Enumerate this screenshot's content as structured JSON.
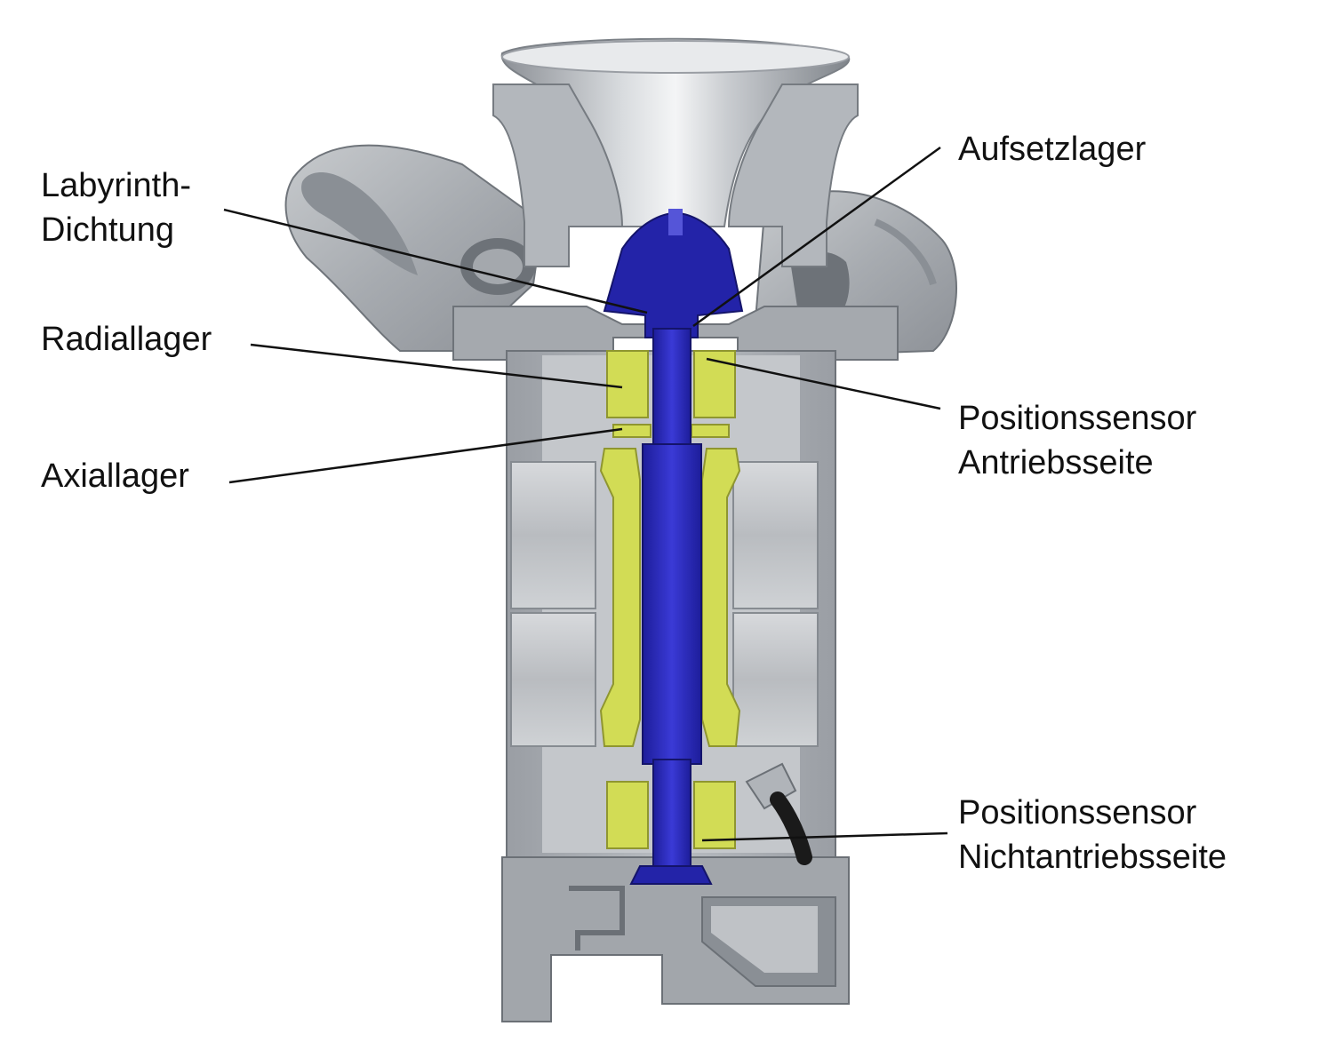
{
  "figure": {
    "subject": "Cross-section of a turbo machine with magnetic bearings and shaft",
    "colors": {
      "shaft": "#2626b8",
      "bearing": "#d2dc55",
      "housing": "#a9adb2",
      "housing_dark": "#7f848a",
      "leader_line": "#111111",
      "text": "#111111"
    }
  },
  "labels": {
    "labyrinth": {
      "line1": "Labyrinth-",
      "line2": "Dichtung"
    },
    "radial": {
      "text": "Radiallager"
    },
    "axial": {
      "text": "Axiallager"
    },
    "aufsetz": {
      "text": "Aufsetzlager"
    },
    "pos_antrieb": {
      "line1": "Positionssensor",
      "line2": "Antriebsseite"
    },
    "pos_nichtantrieb": {
      "line1": "Positionssensor",
      "line2": "Nichtantriebsseite"
    }
  }
}
